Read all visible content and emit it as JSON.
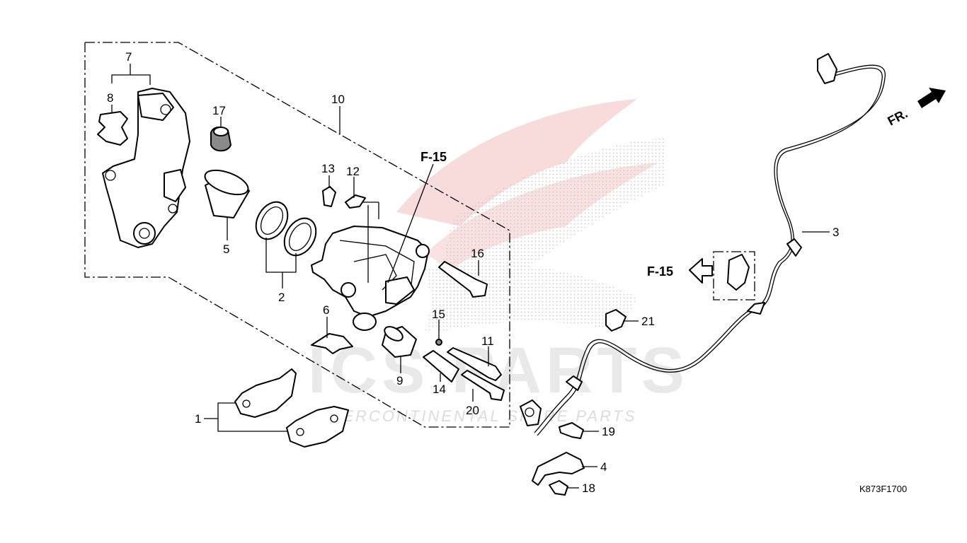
{
  "diagram": {
    "drawing_code": "K873F1700",
    "direction_label": "FR.",
    "ref_labels": [
      "F-15",
      "F-15"
    ],
    "part_numbers": [
      "1",
      "2",
      "3",
      "4",
      "5",
      "6",
      "7",
      "8",
      "9",
      "10",
      "11",
      "12",
      "13",
      "14",
      "15",
      "16",
      "17",
      "18",
      "19",
      "20",
      "21"
    ],
    "watermark": {
      "main_text": "ICS PARTS",
      "sub_text": "INTERCONTINENTAL SPARE PARTS"
    },
    "colors": {
      "line": "#000000",
      "watermark_wing": "#f3c6c6",
      "watermark_text": "#e9e9e9"
    },
    "icons": [
      "front-arrow-icon",
      "reference-arrow-icon"
    ]
  }
}
